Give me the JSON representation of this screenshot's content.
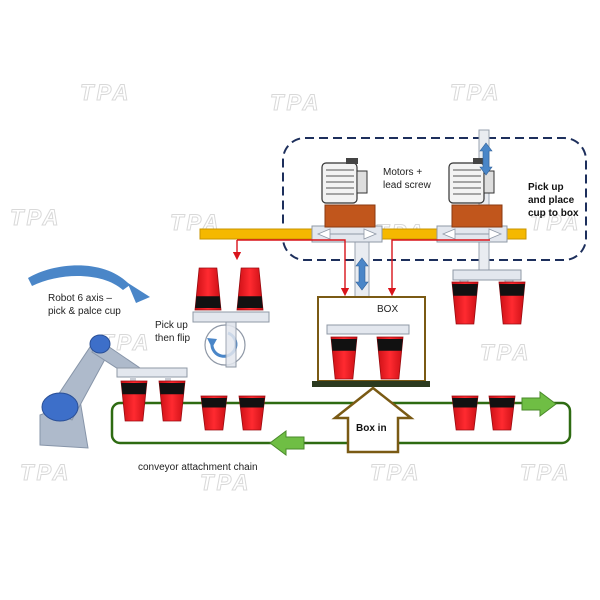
{
  "watermark": "TPA",
  "labels": {
    "motors": [
      "Motors +",
      "lead screw"
    ],
    "pick_place": [
      "Pick up",
      "and place",
      "cup to box"
    ],
    "robot": [
      "Robot 6 axis –",
      "pick & palce cup"
    ],
    "pickup_flip": [
      "Pick up",
      "then flip"
    ],
    "box": "BOX",
    "box_in": "Box in",
    "conveyor": "conveyor attachment chain"
  },
  "colors": {
    "rail": "#f5b800",
    "cup_red": "#e8141b",
    "cup_black": "#111111",
    "box_border": "#7a5a14",
    "conveyor": "#2e6b12",
    "arrow_green": "#6fbe44",
    "dashed_frame": "#1d2f5c",
    "motor_block": "#c1561c",
    "red_arrow": "#d9141b",
    "robot": "#aebacb",
    "robot_joint": "#3d6fc9",
    "flow_arrow": "#4a86c8"
  },
  "icons": [
    "motor-icon",
    "rotate-arrow-icon",
    "robot-arm-icon"
  ]
}
